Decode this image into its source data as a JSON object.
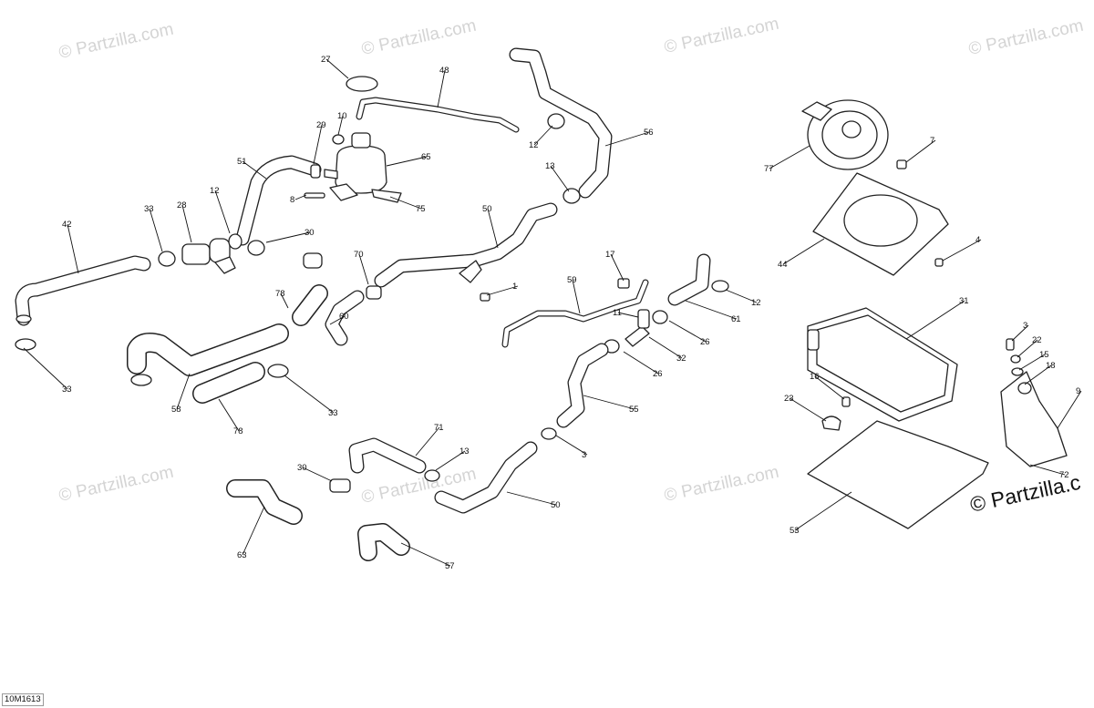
{
  "diagram_ref": "10M1613",
  "watermark_text": "© Partzilla.com",
  "watermark_brand": "© Partzilla.c",
  "callouts": [
    "27",
    "48",
    "10",
    "29",
    "65",
    "12",
    "56",
    "51",
    "8",
    "75",
    "13",
    "42",
    "33",
    "28",
    "12",
    "30",
    "50",
    "17",
    "70",
    "78",
    "60",
    "1",
    "59",
    "11",
    "12",
    "61",
    "26",
    "32",
    "26",
    "55",
    "33",
    "58",
    "78",
    "33",
    "71",
    "13",
    "30",
    "50",
    "3",
    "63",
    "57",
    "77",
    "7",
    "44",
    "4",
    "31",
    "3",
    "22",
    "16",
    "15",
    "18",
    "23",
    "9",
    "72",
    "53"
  ]
}
